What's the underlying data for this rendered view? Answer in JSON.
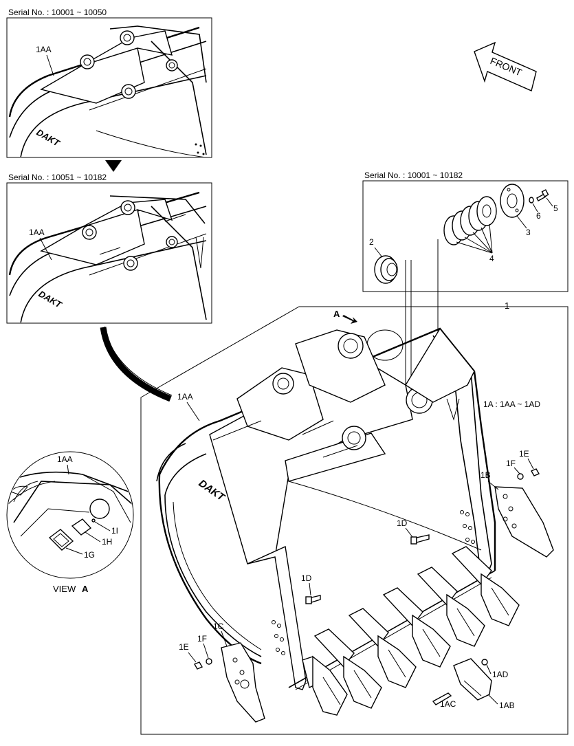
{
  "panels": {
    "top_serial": "Serial No. : 10001 ~ 10050",
    "middle_serial": "Serial No. : 10051 ~ 10182",
    "inset_serial": "Serial No. : 10001 ~ 10182",
    "view_label": "VIEW",
    "view_letter": "A",
    "front_label": "FRONT",
    "arrow_a": "A",
    "range_note": "1A : 1AA ~ 1AD",
    "logo_text": "DAKT"
  },
  "callouts": {
    "c1": "1",
    "c2": "2",
    "c3": "3",
    "c4": "4",
    "c5": "5",
    "c6": "6",
    "c1aa_top": "1AA",
    "c1aa_mid": "1AA",
    "c1aa_main": "1AA",
    "c1aa_view": "1AA",
    "c1b": "1B",
    "c1c": "1C",
    "c1d_right": "1D",
    "c1d_left": "1D",
    "c1e_right": "1E",
    "c1e_left": "1E",
    "c1f_right": "1F",
    "c1f_left": "1F",
    "c1g": "1G",
    "c1h": "1H",
    "c1i": "1I",
    "c1ab": "1AB",
    "c1ac": "1AC",
    "c1ad": "1AD"
  }
}
